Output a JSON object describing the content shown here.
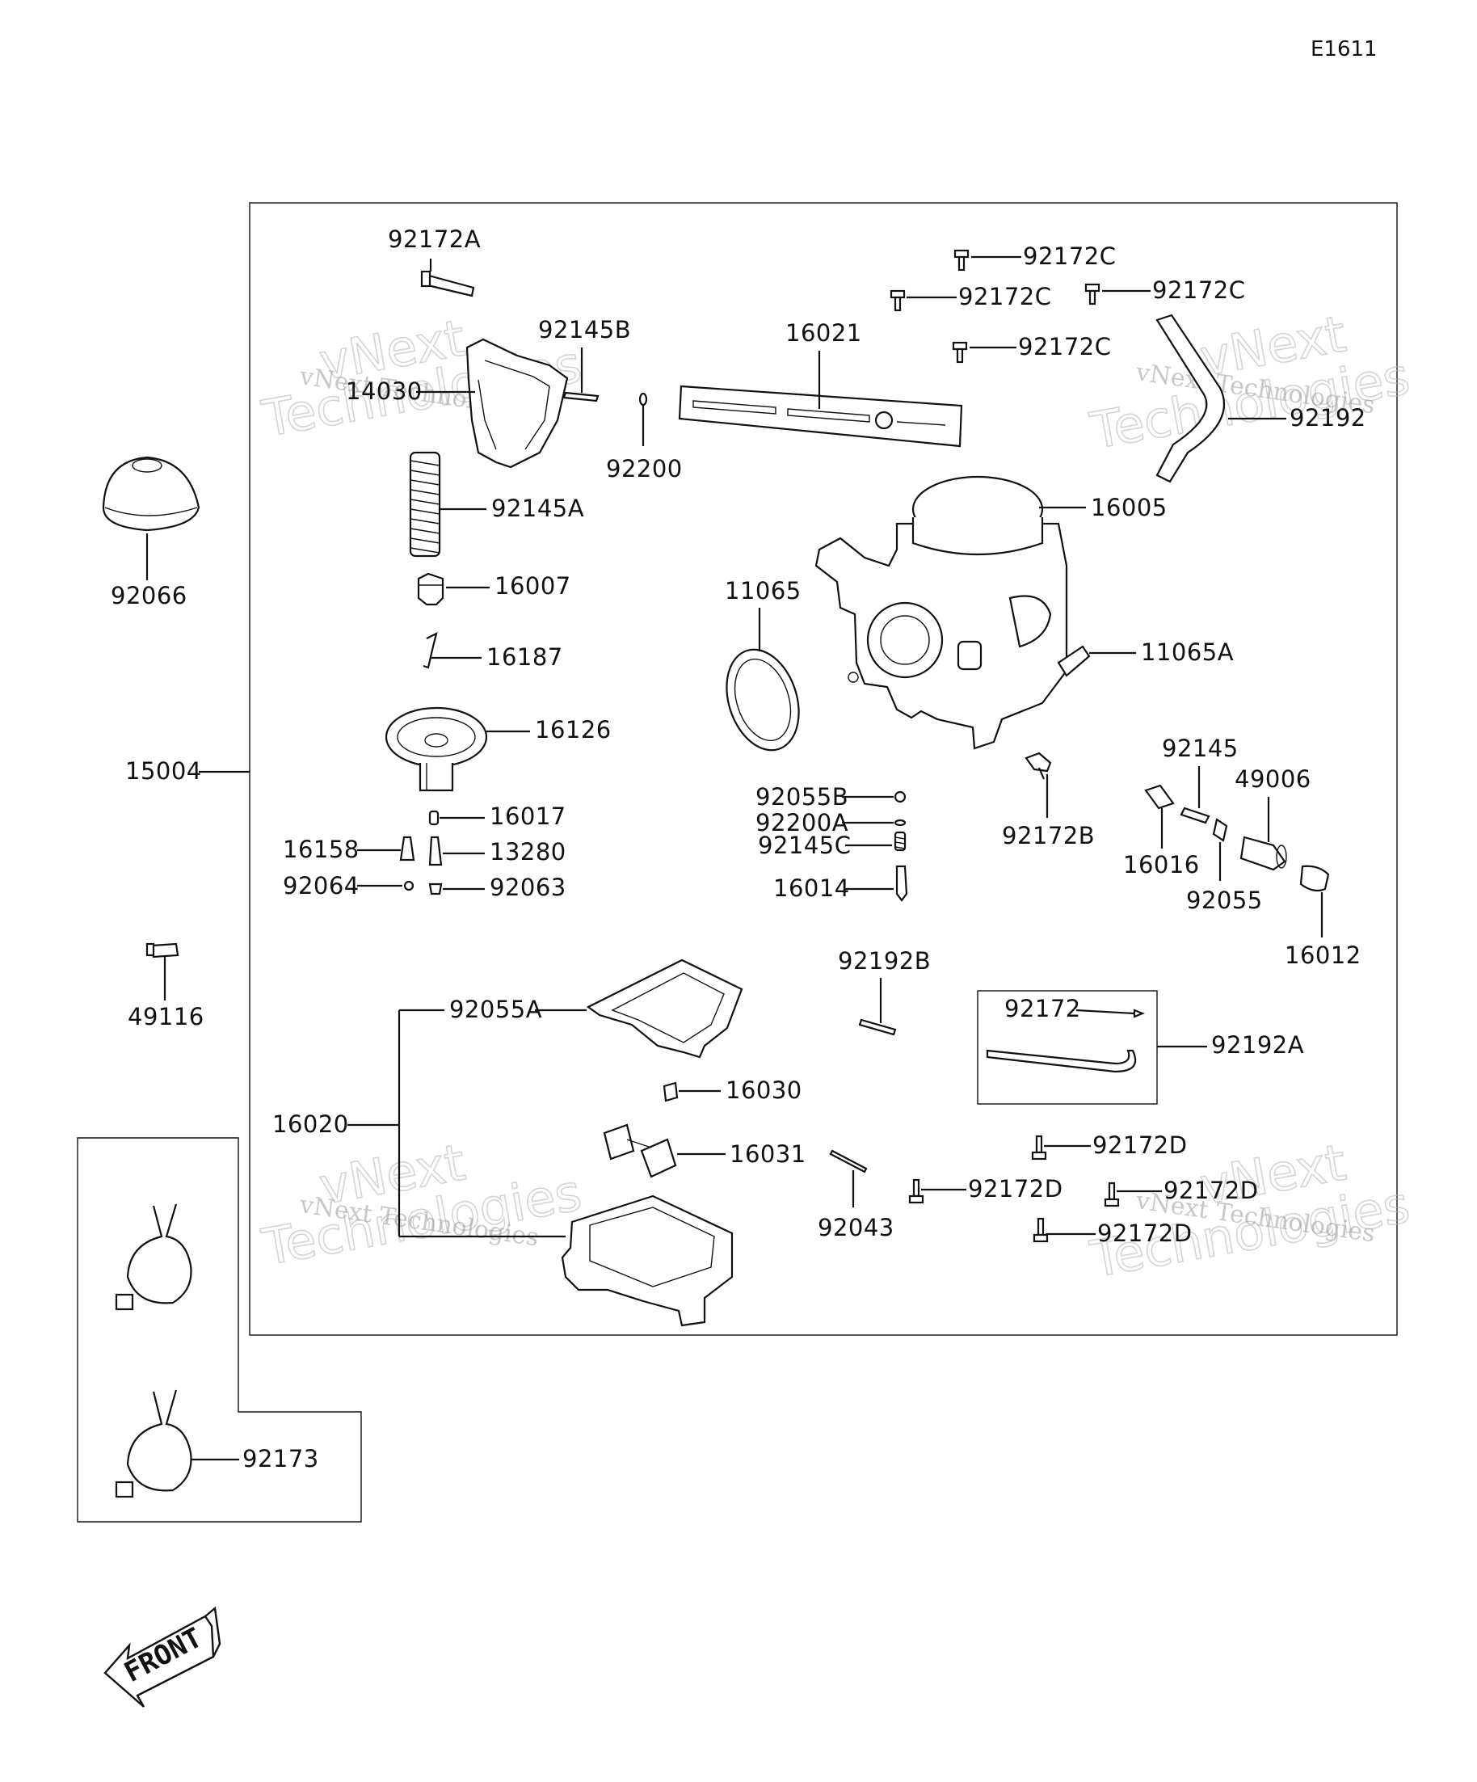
{
  "diagram_ref": "E1611",
  "watermark": {
    "line1": "vNext Technologies",
    "line2": "Technologies",
    "line3": "vNext"
  },
  "front_label": "FRONT",
  "parts": {
    "p92172A": "92172A",
    "p92145B": "92145B",
    "p14030": "14030",
    "p92145A": "92145A",
    "p16007": "16007",
    "p16187": "16187",
    "p16126": "16126",
    "p16017": "16017",
    "p16158": "16158",
    "p13280": "13280",
    "p92064": "92064",
    "p92063": "92063",
    "p92066": "92066",
    "p15004": "15004",
    "p49116": "49116",
    "p92200": "92200",
    "p16021": "16021",
    "p92172C_1": "92172C",
    "p92172C_2": "92172C",
    "p92172C_3": "92172C",
    "p92172C_4": "92172C",
    "p92192": "92192",
    "p16005": "16005",
    "p11065": "11065",
    "p11065A": "11065A",
    "p92055B": "92055B",
    "p92200A": "92200A",
    "p92145C": "92145C",
    "p16014": "16014",
    "p92172B": "92172B",
    "p92145": "92145",
    "p49006": "49006",
    "p16016": "16016",
    "p92055": "92055",
    "p16012": "16012",
    "p92192B": "92192B",
    "p92172": "92172",
    "p92192A": "92192A",
    "p92055A": "92055A",
    "p16020": "16020",
    "p16030": "16030",
    "p16031": "16031",
    "p92043": "92043",
    "p92172D_1": "92172D",
    "p92172D_2": "92172D",
    "p92172D_3": "92172D",
    "p92172D_4": "92172D",
    "p92173": "92173"
  }
}
